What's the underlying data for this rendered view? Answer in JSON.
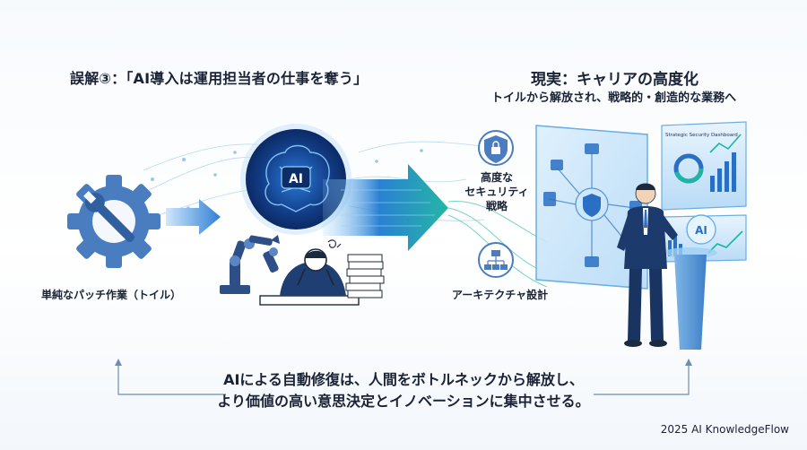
{
  "header": {
    "left_title": "誤解③：「AI導入は運用担当者の仕事を奪う」",
    "right_title": "現実：キャリアの高度化",
    "right_subtitle": "トイルから解放され、戦略的・創造的な業務へ"
  },
  "left": {
    "toil_label": "単純なパッチ作業（トイル）",
    "ai_badge": "AI"
  },
  "right": {
    "security_label": [
      "高度な",
      "セキュリティ",
      "戦略"
    ],
    "architecture_label": "アーキテクチャ設計",
    "dashboard_title": "Strategic Security Dashboard",
    "hologram_badge": "AI"
  },
  "message": {
    "line1": "AIによる自動修復は、人間をボトルネックから解放し、",
    "line2": "より価値の高い意思決定とイノベーションに集中させる。"
  },
  "footer": {
    "brand": "2025 AI KnowledgeFlow"
  },
  "colors": {
    "primary_blue": "#2a6fc4",
    "deep_navy": "#16305c",
    "teal": "#1fb5a4",
    "light_blue": "#bfe1fb",
    "gear": "#4a7dbf"
  }
}
